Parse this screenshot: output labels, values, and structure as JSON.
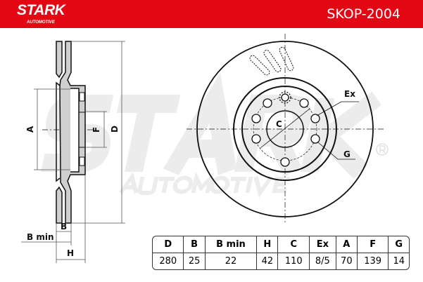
{
  "header": {
    "brand": "STARK",
    "brand_sub": "AUTOMOTIVE",
    "part_number": "SKOP-2004",
    "color": "#e30613"
  },
  "watermark": {
    "main": "STARK",
    "sub": "AUTOMOTIVE",
    "registered": "®"
  },
  "side_view_labels": {
    "A": "A",
    "F": "F",
    "D": "D",
    "B": "B",
    "B_min": "B min",
    "H": "H"
  },
  "front_view_labels": {
    "C": "C",
    "Ex": "Ex",
    "G": "G"
  },
  "spec_table": {
    "headers": [
      "D",
      "B",
      "B min",
      "H",
      "C",
      "Ex",
      "A",
      "F",
      "G"
    ],
    "values": [
      "280",
      "25",
      "22",
      "42",
      "110",
      "8/5",
      "70",
      "139",
      "14"
    ]
  }
}
